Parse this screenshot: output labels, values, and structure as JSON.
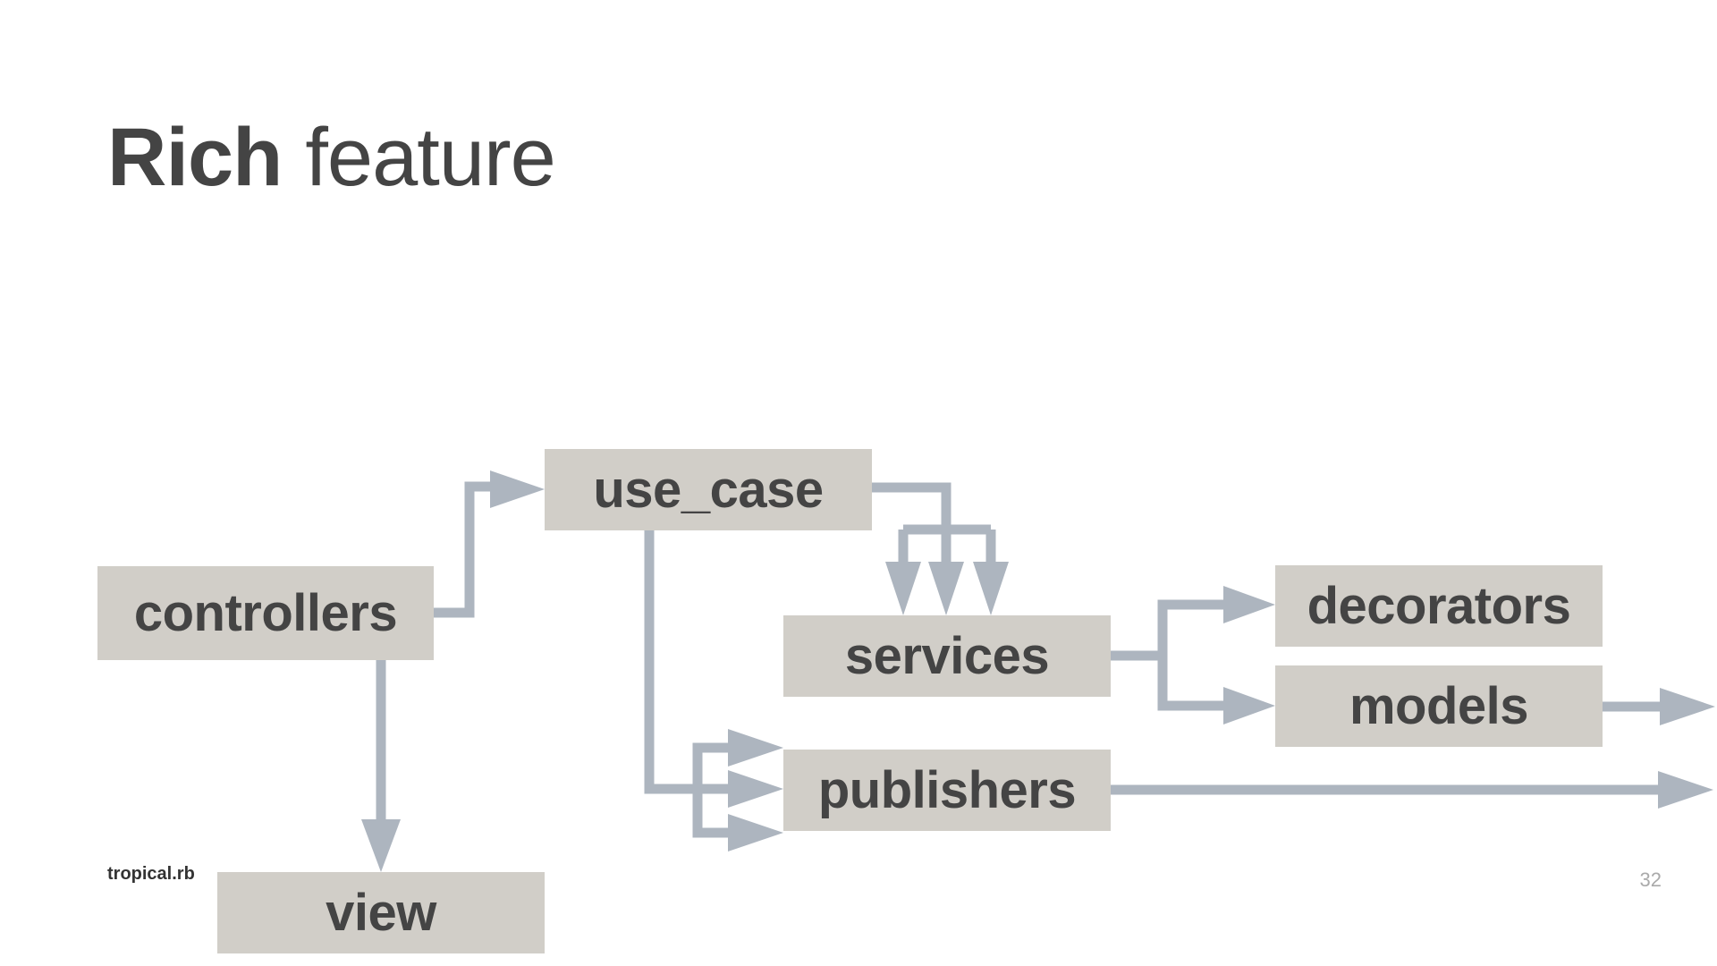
{
  "slide": {
    "title_bold": "Rich",
    "title_light": "feature",
    "footer_brand": "tropical.rb",
    "page_number": "32"
  },
  "nodes": {
    "use_case": "use_case",
    "controllers": "controllers",
    "services": "services",
    "decorators": "decorators",
    "models": "models",
    "publishers": "publishers",
    "view": "view"
  },
  "edges": [
    {
      "from": "controllers",
      "to": "use_case"
    },
    {
      "from": "controllers",
      "to": "view"
    },
    {
      "from": "use_case",
      "to": "services"
    },
    {
      "from": "use_case",
      "to": "publishers"
    },
    {
      "from": "services",
      "to": "decorators"
    },
    {
      "from": "services",
      "to": "models"
    },
    {
      "from": "models",
      "to": "external"
    },
    {
      "from": "publishers",
      "to": "external"
    }
  ],
  "colors": {
    "box_fill": "#d1cec8",
    "arrow": "#adb5bf",
    "text": "#444444"
  }
}
